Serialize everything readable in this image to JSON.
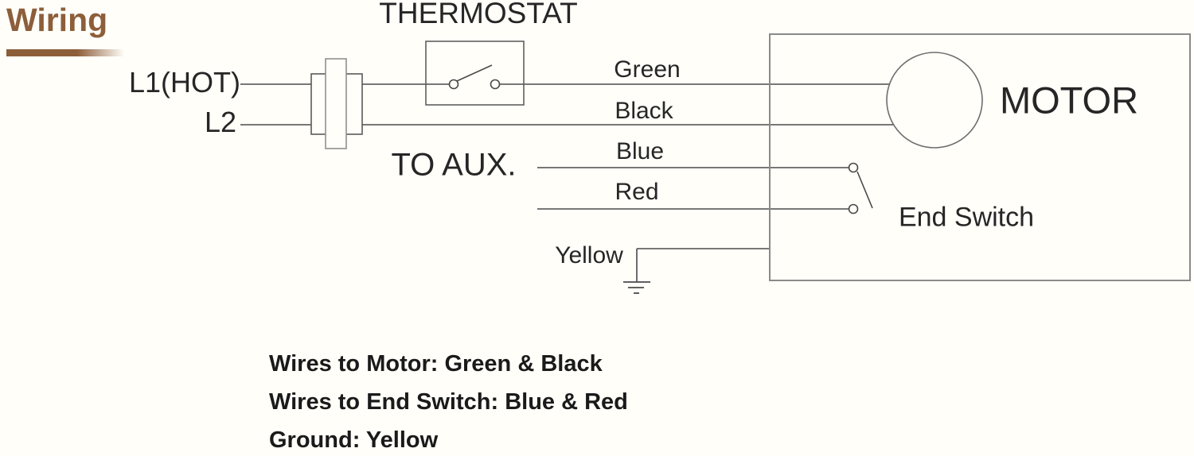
{
  "title": "Wiring",
  "diagram": {
    "l1_label": "L1(HOT)",
    "l2_label": "L2",
    "thermostat_label": "THERMOSTAT",
    "to_aux_label": "TO AUX.",
    "motor_label": "MOTOR",
    "end_switch_label": "End Switch",
    "wire_labels": {
      "green": "Green",
      "black": "Black",
      "blue": "Blue",
      "red": "Red",
      "yellow": "Yellow"
    }
  },
  "notes": [
    "Wires to Motor: Green & Black",
    "Wires to End Switch: Blue & Red",
    "Ground: Yellow"
  ],
  "colors": {
    "accent_brown": "#8d5e3a",
    "line": "#4a4a4a",
    "box_line": "#8a8a8a",
    "text": "#1f1f1f",
    "background": "#fffef9"
  }
}
